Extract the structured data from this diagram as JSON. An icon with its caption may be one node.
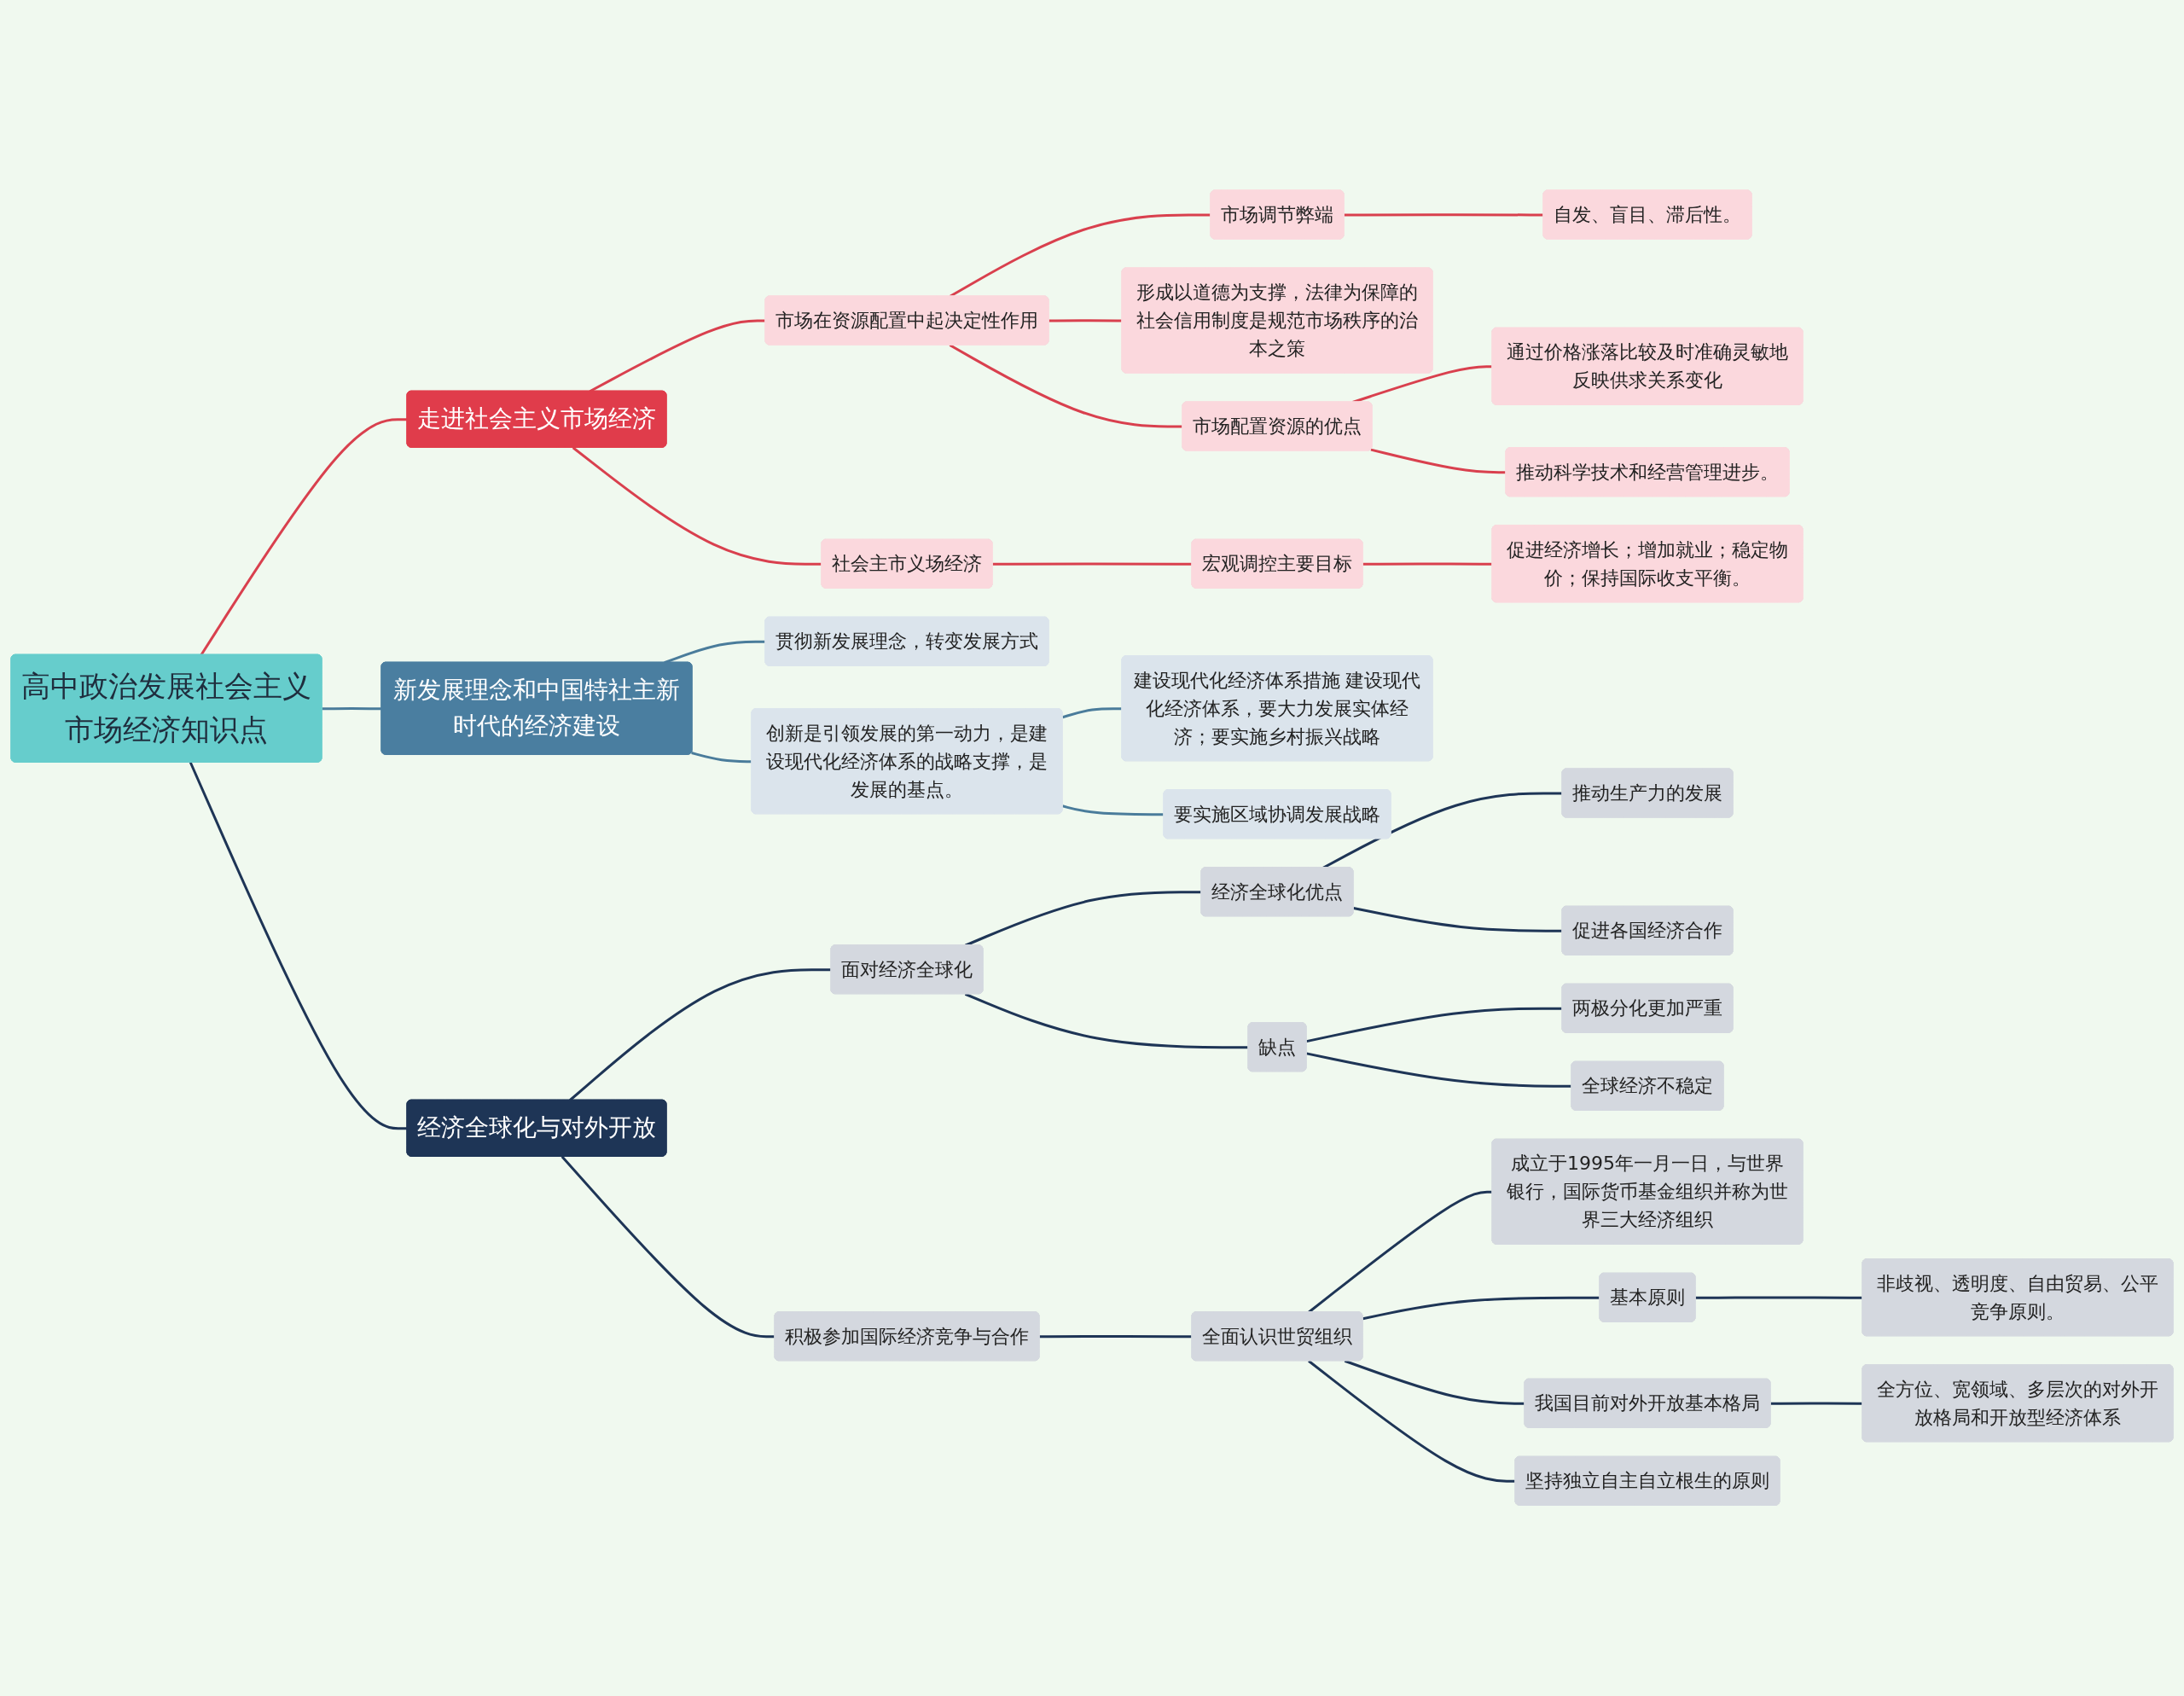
{
  "diagram": {
    "nodes": [
      {
        "text": [
          "高中政治发展社会主义市场经济知识点"
        ]
      },
      {
        "text": [
          "走进社会主义市场经济"
        ]
      },
      {
        "text": [
          "市场在资源配置中起决定性作用"
        ]
      },
      {
        "text": [
          "市场调节弊端"
        ]
      },
      {
        "text": [
          "自发、盲目、滞后性。"
        ]
      },
      {
        "text": [
          "形成以道德为支撑，法律为保障的社会信用制度是规范市场秩序的治本之策"
        ]
      },
      {
        "text": [
          "市场配置资源的优点"
        ]
      },
      {
        "text": [
          "通过价格涨落比较及时准确灵敏地反映供求关系变化"
        ]
      },
      {
        "text": [
          "推动科学技术和经营管理进步。"
        ]
      },
      {
        "text": [
          "社会主市义场经济"
        ]
      },
      {
        "text": [
          "宏观调控主要目标"
        ]
      },
      {
        "text": [
          "促进经济增长；增加就业；稳定物价；保持国际收支平衡。"
        ]
      },
      {
        "text": [
          "新发展理念和中国特社主新时代的经济建设"
        ]
      },
      {
        "text": [
          "贯彻新发展理念，转变发展方式"
        ]
      },
      {
        "text": [
          "创新是引领发展的第一动力，是建设现代化经济体系的战略支撑，是发展的基点。"
        ]
      },
      {
        "text": [
          "建设现代化经济体系措施 建设现代化经济体系，要大力发展实体经济；要实施乡村振兴战略"
        ]
      },
      {
        "text": [
          "要实施区域协调发展战略"
        ]
      },
      {
        "text": [
          "经济全球化与对外开放"
        ]
      },
      {
        "text": [
          "面对经济全球化"
        ]
      },
      {
        "text": [
          "经济全球化优点"
        ]
      },
      {
        "text": [
          "推动生产力的发展"
        ]
      },
      {
        "text": [
          "促进各国经济合作"
        ]
      },
      {
        "text": [
          "缺点"
        ]
      },
      {
        "text": [
          "两极分化更加严重"
        ]
      },
      {
        "text": [
          "全球经济不稳定"
        ]
      },
      {
        "text": [
          "积极参加国际经济竞争与合作"
        ]
      },
      {
        "text": [
          "全面认识世贸组织"
        ]
      },
      {
        "text": [
          "成立于1995年一月一日，与世界银行，国际货币基金组织并称为世界三大经济组织"
        ]
      },
      {
        "text": [
          "基本原则"
        ]
      },
      {
        "text": [
          "非歧视、透明度、自由贸易、公平竞争原则。"
        ]
      },
      {
        "text": [
          "我国目前对外开放基本格局"
        ]
      },
      {
        "text": [
          "全方位、宽领域、多层次的对外开放格局和开放型经济体系"
        ]
      },
      {
        "text": [
          "坚持独立自主自立根生的原则"
        ]
      }
    ],
    "edges": [
      {
        "from": 0,
        "to": 1,
        "arrow": "none",
        "color": "#d9404e"
      },
      {
        "from": 1,
        "to": 2,
        "arrow": "none",
        "color": "#d9404e"
      },
      {
        "from": 2,
        "to": 3,
        "arrow": "none",
        "color": "#d9404e"
      },
      {
        "from": 3,
        "to": 4,
        "arrow": "none",
        "color": "#d9404e"
      },
      {
        "from": 2,
        "to": 5,
        "arrow": "none",
        "color": "#d9404e"
      },
      {
        "from": 2,
        "to": 6,
        "arrow": "none",
        "color": "#d9404e"
      },
      {
        "from": 6,
        "to": 7,
        "arrow": "none",
        "color": "#d9404e"
      },
      {
        "from": 6,
        "to": 8,
        "arrow": "none",
        "color": "#d9404e"
      },
      {
        "from": 1,
        "to": 9,
        "arrow": "none",
        "color": "#d9404e"
      },
      {
        "from": 9,
        "to": 10,
        "arrow": "none",
        "color": "#d9404e"
      },
      {
        "from": 10,
        "to": 11,
        "arrow": "none",
        "color": "#d9404e"
      },
      {
        "from": 0,
        "to": 12,
        "arrow": "none",
        "color": "#4a7c9b"
      },
      {
        "from": 12,
        "to": 13,
        "arrow": "none",
        "color": "#4a7c9b"
      },
      {
        "from": 12,
        "to": 14,
        "arrow": "none",
        "color": "#4a7c9b"
      },
      {
        "from": 14,
        "to": 15,
        "arrow": "none",
        "color": "#4a7c9b"
      },
      {
        "from": 14,
        "to": 16,
        "arrow": "none",
        "color": "#4a7c9b"
      },
      {
        "from": 0,
        "to": 17,
        "arrow": "none"
      },
      {
        "from": 17,
        "to": 18,
        "arrow": "none"
      },
      {
        "from": 18,
        "to": 19,
        "arrow": "none"
      },
      {
        "from": 19,
        "to": 20,
        "arrow": "none"
      },
      {
        "from": 19,
        "to": 21,
        "arrow": "none"
      },
      {
        "from": 18,
        "to": 22,
        "arrow": "none"
      },
      {
        "from": 22,
        "to": 23,
        "arrow": "none"
      },
      {
        "from": 22,
        "to": 24,
        "arrow": "none"
      },
      {
        "from": 17,
        "to": 25,
        "arrow": "none"
      },
      {
        "from": 25,
        "to": 26,
        "arrow": "none"
      },
      {
        "from": 26,
        "to": 27,
        "arrow": "none"
      },
      {
        "from": 26,
        "to": 28,
        "arrow": "none"
      },
      {
        "from": 28,
        "to": 29,
        "arrow": "none"
      },
      {
        "from": 26,
        "to": 30,
        "arrow": "none"
      },
      {
        "from": 30,
        "to": 31,
        "arrow": "none"
      },
      {
        "from": 26,
        "to": 32,
        "arrow": "none"
      }
    ]
  }
}
